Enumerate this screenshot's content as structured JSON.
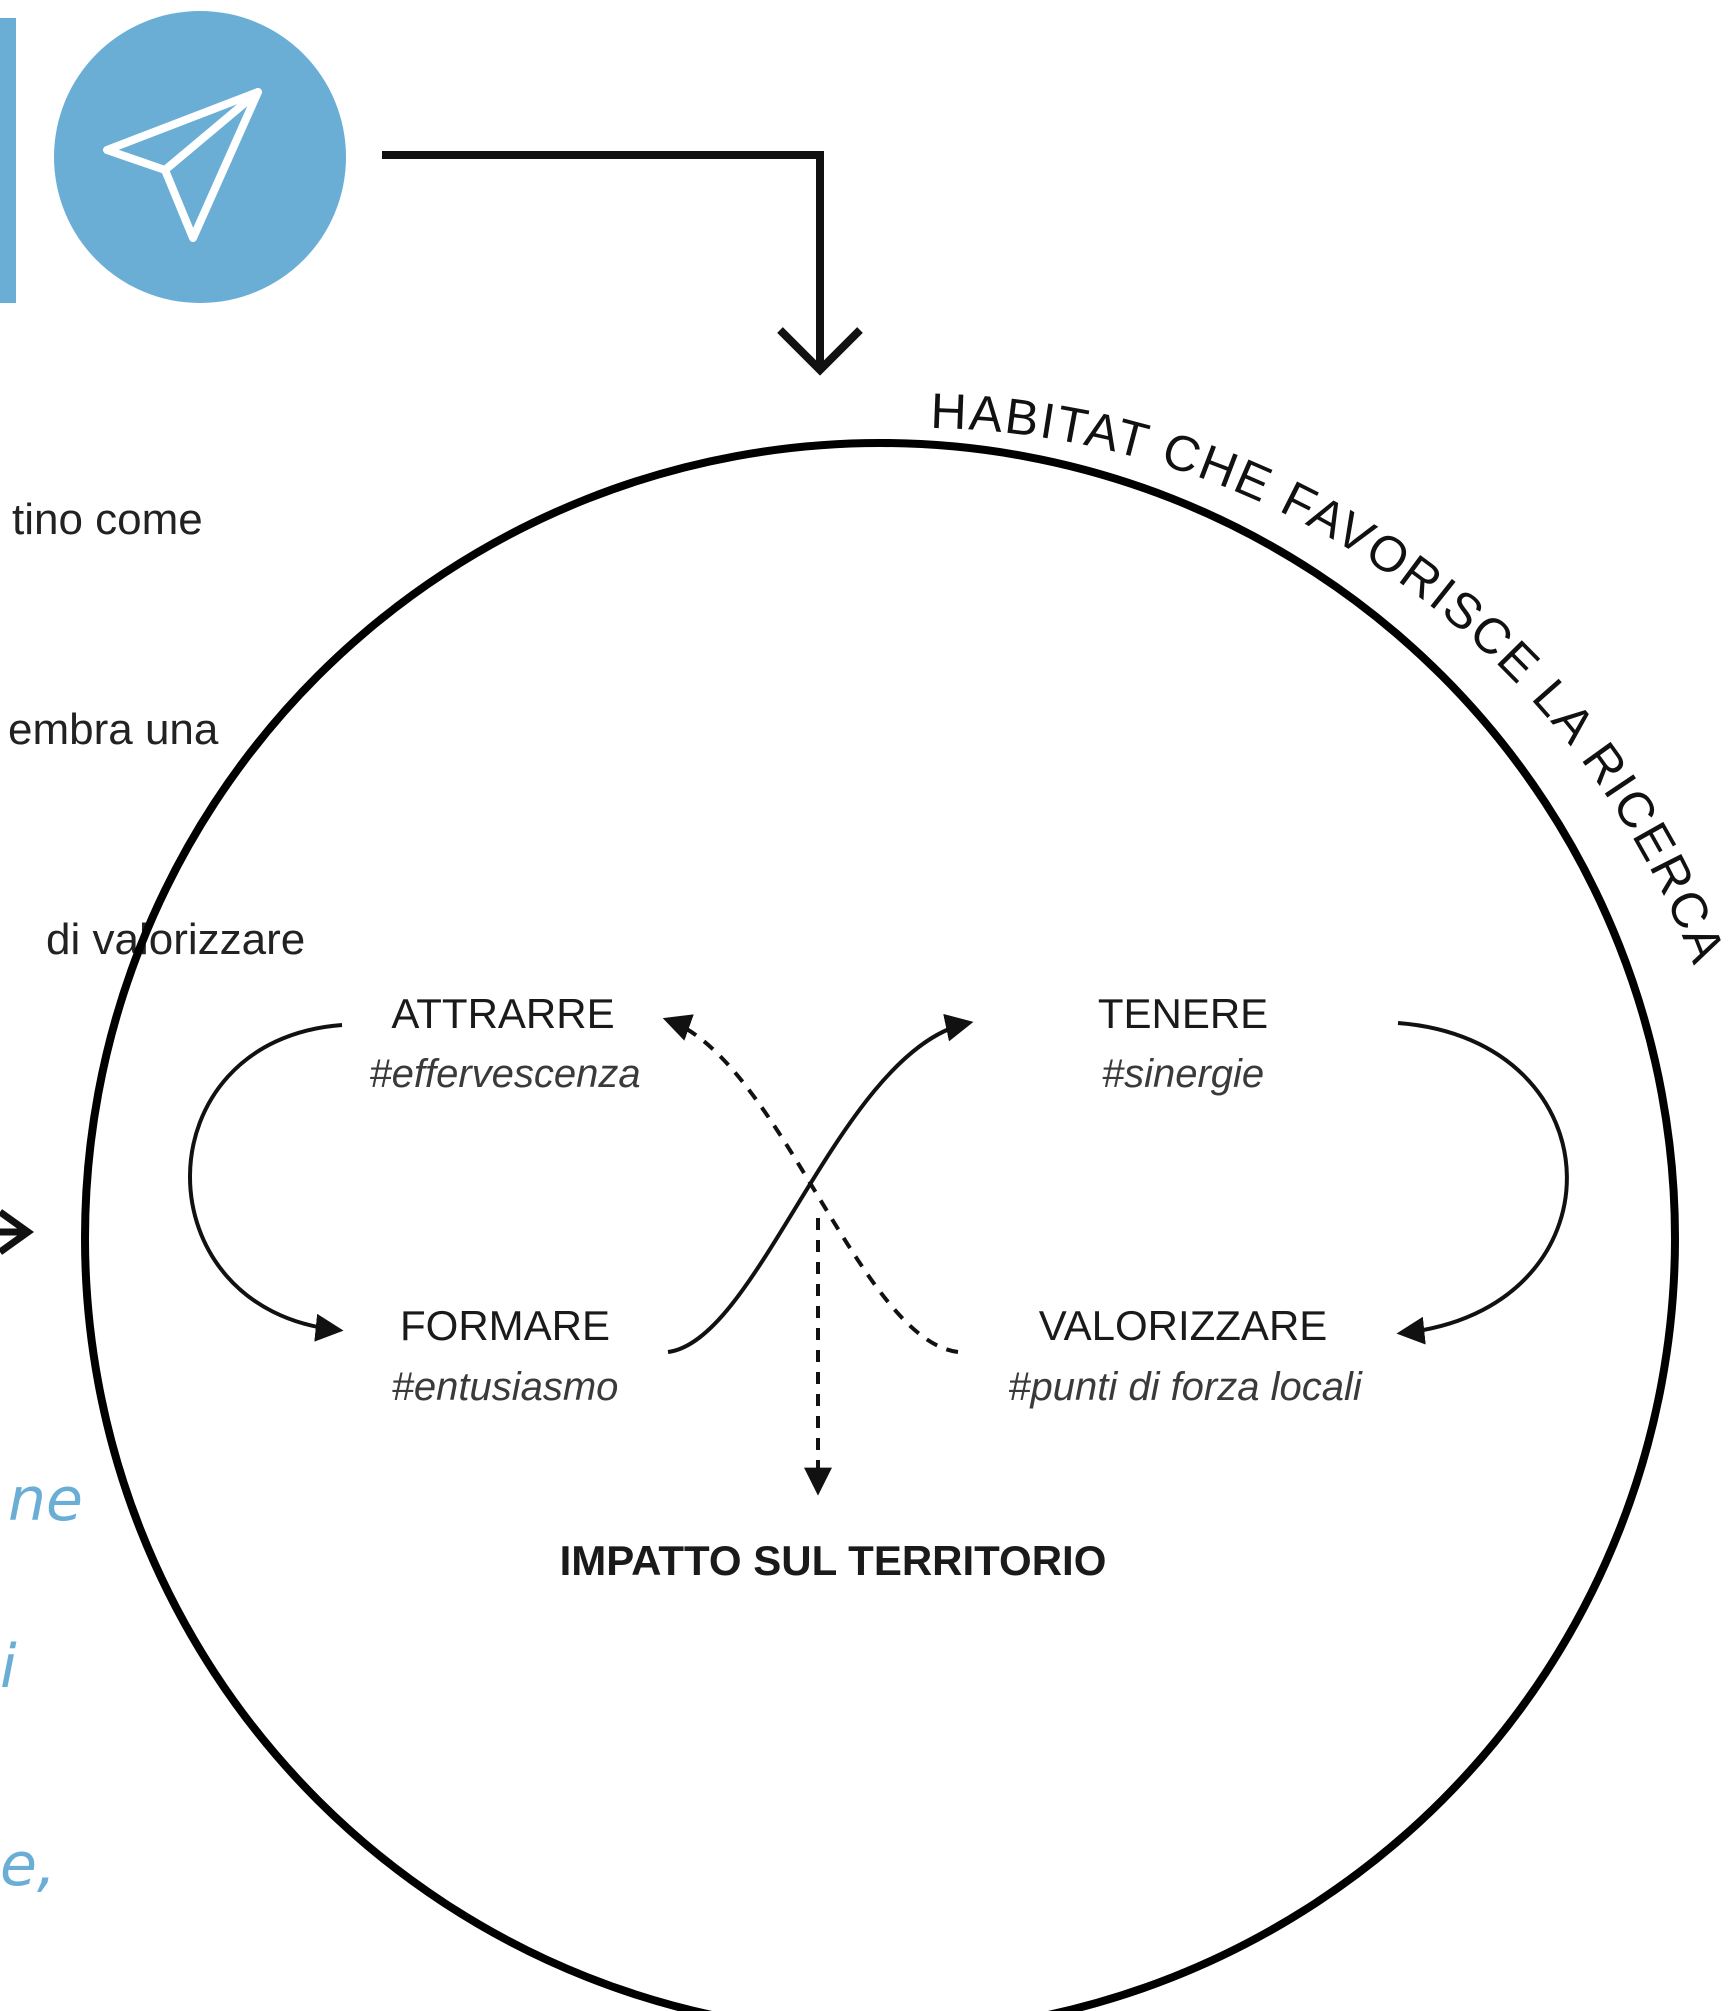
{
  "intro": {
    "lines": [
      "tino come",
      "embra una",
      "di valorizzare"
    ]
  },
  "side_fragments": [
    "ne",
    "i",
    "e,"
  ],
  "habitat_label": "HABITAT CHE FAVORISCE LA RICERCA",
  "stages": {
    "attrarre": {
      "title": "ATTRARRE",
      "tag": "#effervescenza"
    },
    "tenere": {
      "title": "TENERE",
      "tag": "#sinergie"
    },
    "formare": {
      "title": "FORMARE",
      "tag": "#entusiasmo"
    },
    "valorizzare": {
      "title": "VALORIZZARE",
      "tag": "#punti di forza locali"
    }
  },
  "impact": "IMPATTO SUL TERRITORIO",
  "colors": {
    "accent_blue": "#6aaed6",
    "ink": "#111111"
  },
  "icons": [
    "paper-plane-icon"
  ]
}
